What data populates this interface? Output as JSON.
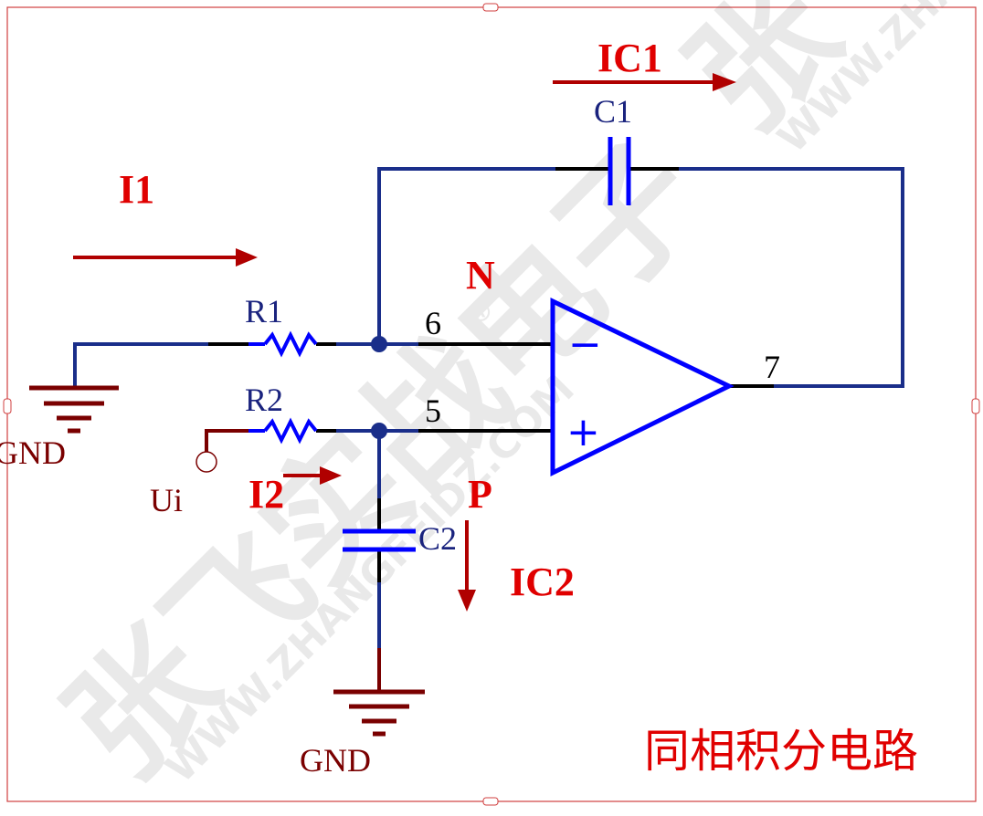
{
  "watermark": {
    "brand_cn": "张飞实战电子",
    "url": "WWW.ZHANGFEIDZ.COM",
    "registered": "®"
  },
  "title": "同相积分电路",
  "components": {
    "r1": "R1",
    "r2": "R2",
    "c1": "C1",
    "c2": "C2"
  },
  "ground_labels": [
    "GND",
    "GND"
  ],
  "input_label": "Ui",
  "pins": {
    "inverting": "6",
    "non_inverting": "5",
    "output": "7"
  },
  "opamp_signs": {
    "minus": "−",
    "plus": "+"
  },
  "nodes": {
    "n": "N",
    "p": "P"
  },
  "currents": {
    "i1": "I1",
    "i2": "I2",
    "ic1": "IC1",
    "ic2": "IC2"
  },
  "colors": {
    "wire": "#1a2e8a",
    "component": "#0000ff",
    "ground": "#7a0000",
    "arrow": "#b00000",
    "label_red": "#e00000",
    "frame": "#d04040"
  }
}
